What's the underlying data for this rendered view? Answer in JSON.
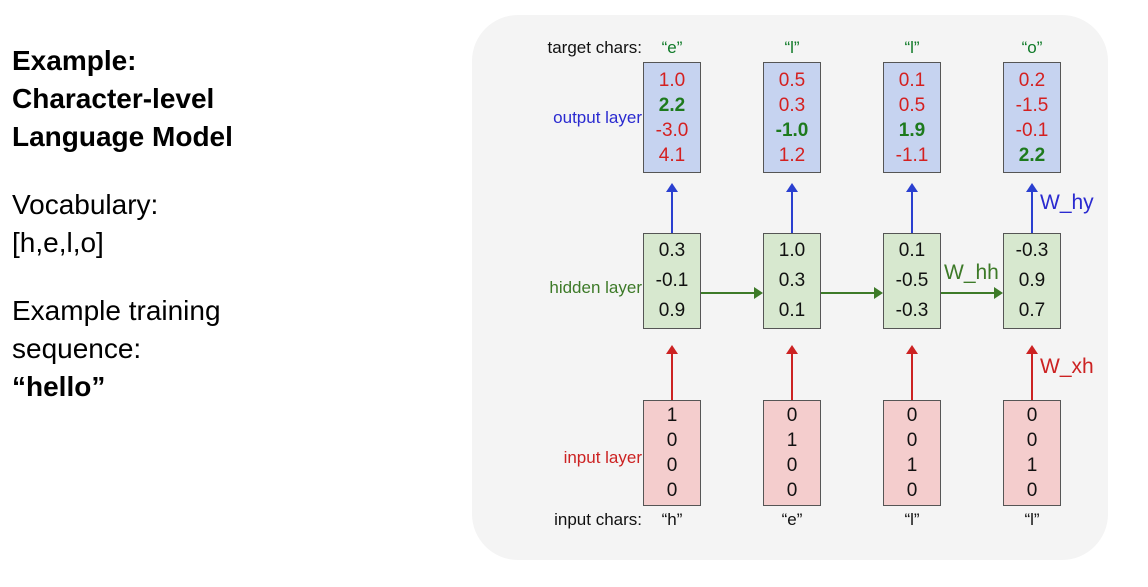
{
  "left_panel": {
    "lines": [
      {
        "text": "Example:",
        "bold": true
      },
      {
        "text": "Character-level",
        "bold": true
      },
      {
        "text": "Language Model",
        "bold": true
      },
      {
        "text": "",
        "bold": false
      },
      {
        "text": "Vocabulary:",
        "bold": false
      },
      {
        "text": "[h,e,l,o]",
        "bold": false
      },
      {
        "text": "",
        "bold": false
      },
      {
        "text": "Example training",
        "bold": false
      },
      {
        "text": "sequence:",
        "bold": false
      },
      {
        "text": "“hello”",
        "bold": true
      }
    ]
  },
  "diagram": {
    "row_labels": {
      "target_chars": "target chars:",
      "output_layer": "output layer",
      "hidden_layer": "hidden layer",
      "input_layer": "input layer",
      "input_chars": "input chars:"
    },
    "weights": {
      "w_hy": "W_hy",
      "w_hh": "W_hh",
      "w_xh": "W_xh"
    },
    "colors": {
      "target_char": "#0f7a28",
      "output_label": "#2a2ad0",
      "hidden_label": "#3d7a28",
      "input_label": "#cc2222",
      "output_box_fill": "#c6d3f0",
      "hidden_box_fill": "#d7e8cf",
      "input_box_fill": "#f4cdcd",
      "value_red": "#d42020",
      "value_green": "#1d7a1d",
      "panel_bg": "#f4f4f4"
    },
    "target_chars": [
      "“e”",
      "“l”",
      "“l”",
      "“o”"
    ],
    "input_chars": [
      "“h”",
      "“e”",
      "“l”",
      "“l”"
    ],
    "output_layer": [
      {
        "values": [
          "1.0",
          "2.2",
          "-3.0",
          "4.1"
        ],
        "highlight": 1
      },
      {
        "values": [
          "0.5",
          "0.3",
          "-1.0",
          "1.2"
        ],
        "highlight": 2
      },
      {
        "values": [
          "0.1",
          "0.5",
          "1.9",
          "-1.1"
        ],
        "highlight": 2
      },
      {
        "values": [
          "0.2",
          "-1.5",
          "-0.1",
          "2.2"
        ],
        "highlight": 3
      }
    ],
    "hidden_layer": [
      {
        "values": [
          "0.3",
          "-0.1",
          "0.9"
        ]
      },
      {
        "values": [
          "1.0",
          "0.3",
          "0.1"
        ]
      },
      {
        "values": [
          "0.1",
          "-0.5",
          "-0.3"
        ]
      },
      {
        "values": [
          "-0.3",
          "0.9",
          "0.7"
        ]
      }
    ],
    "input_layer": [
      {
        "values": [
          "1",
          "0",
          "0",
          "0"
        ]
      },
      {
        "values": [
          "0",
          "1",
          "0",
          "0"
        ]
      },
      {
        "values": [
          "0",
          "0",
          "1",
          "0"
        ]
      },
      {
        "values": [
          "0",
          "0",
          "1",
          "0"
        ]
      }
    ]
  }
}
